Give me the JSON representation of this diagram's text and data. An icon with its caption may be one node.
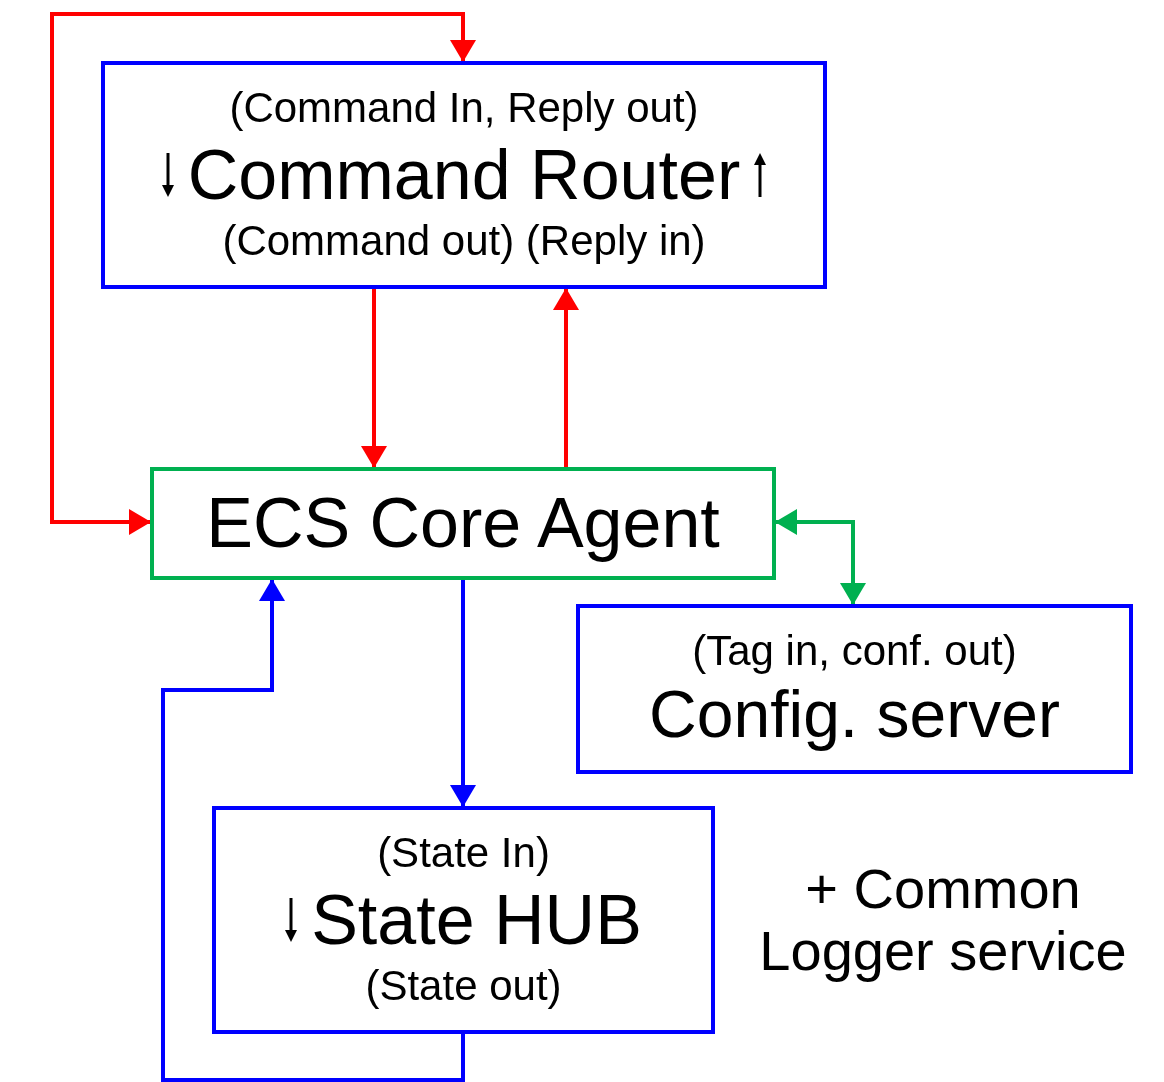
{
  "diagram": {
    "nodes": [
      {
        "text": [
          "(Command In, Reply out)",
          "Command Router",
          "(Command out) (Reply in)"
        ]
      },
      {
        "text": [
          "ECS Core Agent"
        ]
      },
      {
        "text": [
          "(Tag in, conf. out)",
          "Config. server"
        ]
      },
      {
        "text": [
          "(State In)",
          "State HUB",
          "(State out)"
        ]
      }
    ],
    "edges": [
      {
        "from": 1,
        "to": 0,
        "arrow": "both",
        "color": "#ff0000"
      },
      {
        "from": 0,
        "to": 1,
        "arrow": "to",
        "color": "#ff0000"
      },
      {
        "from": 1,
        "to": 0,
        "arrow": "to",
        "color": "#ff0000"
      },
      {
        "from": 1,
        "to": 2,
        "arrow": "both",
        "color": "#00b050"
      },
      {
        "from": 1,
        "to": 3,
        "arrow": "to",
        "color": "#0000ff"
      },
      {
        "from": 3,
        "to": 1,
        "arrow": "to",
        "color": "#0000ff"
      }
    ],
    "labels": [
      "+ Common Logger service"
    ]
  }
}
